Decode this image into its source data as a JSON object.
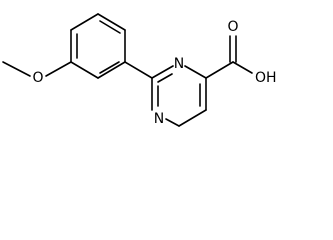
{
  "molecule": {
    "atoms": {
      "methoxy_oxygen": "O",
      "ring_nitrogen_top": "N",
      "ring_nitrogen_bottom": "N",
      "carbonyl_oxygen": "O",
      "hydroxyl": "OH"
    },
    "colors": {
      "ink": "#000000",
      "background": "#ffffff"
    }
  }
}
